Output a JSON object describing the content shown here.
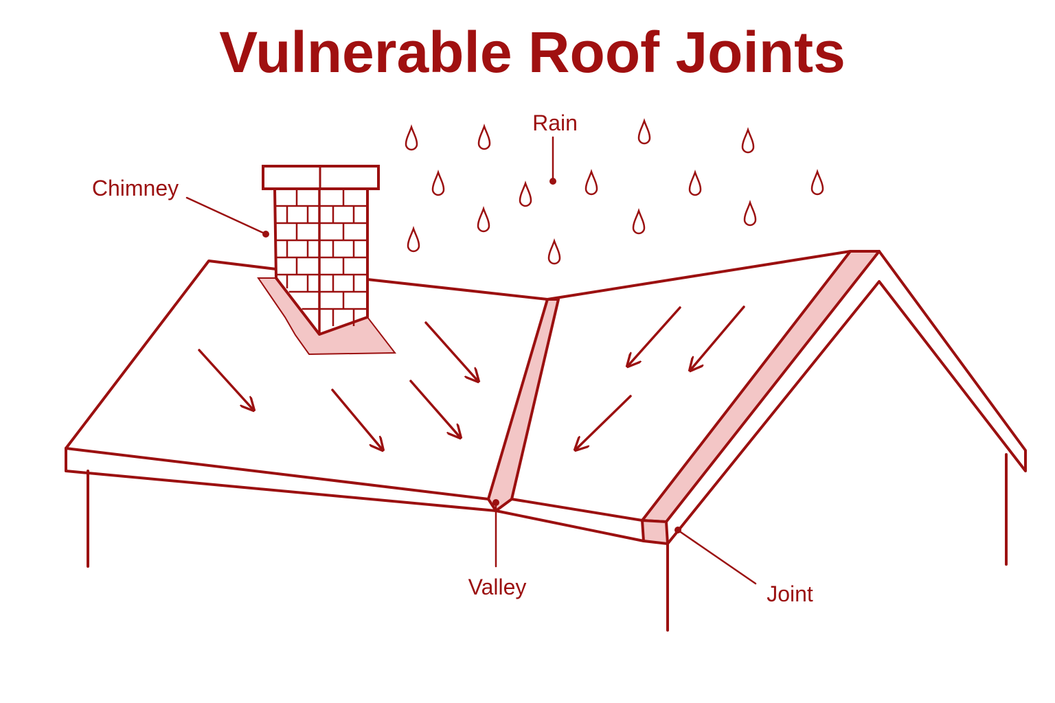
{
  "title": "Vulnerable Roof Joints",
  "labels": {
    "rain": "Rain",
    "chimney": "Chimney",
    "valley": "Valley",
    "joint": "Joint"
  },
  "colors": {
    "line": "#9b1010",
    "title": "#a01010",
    "highlight": "#f3c6c6",
    "background": "#ffffff"
  }
}
